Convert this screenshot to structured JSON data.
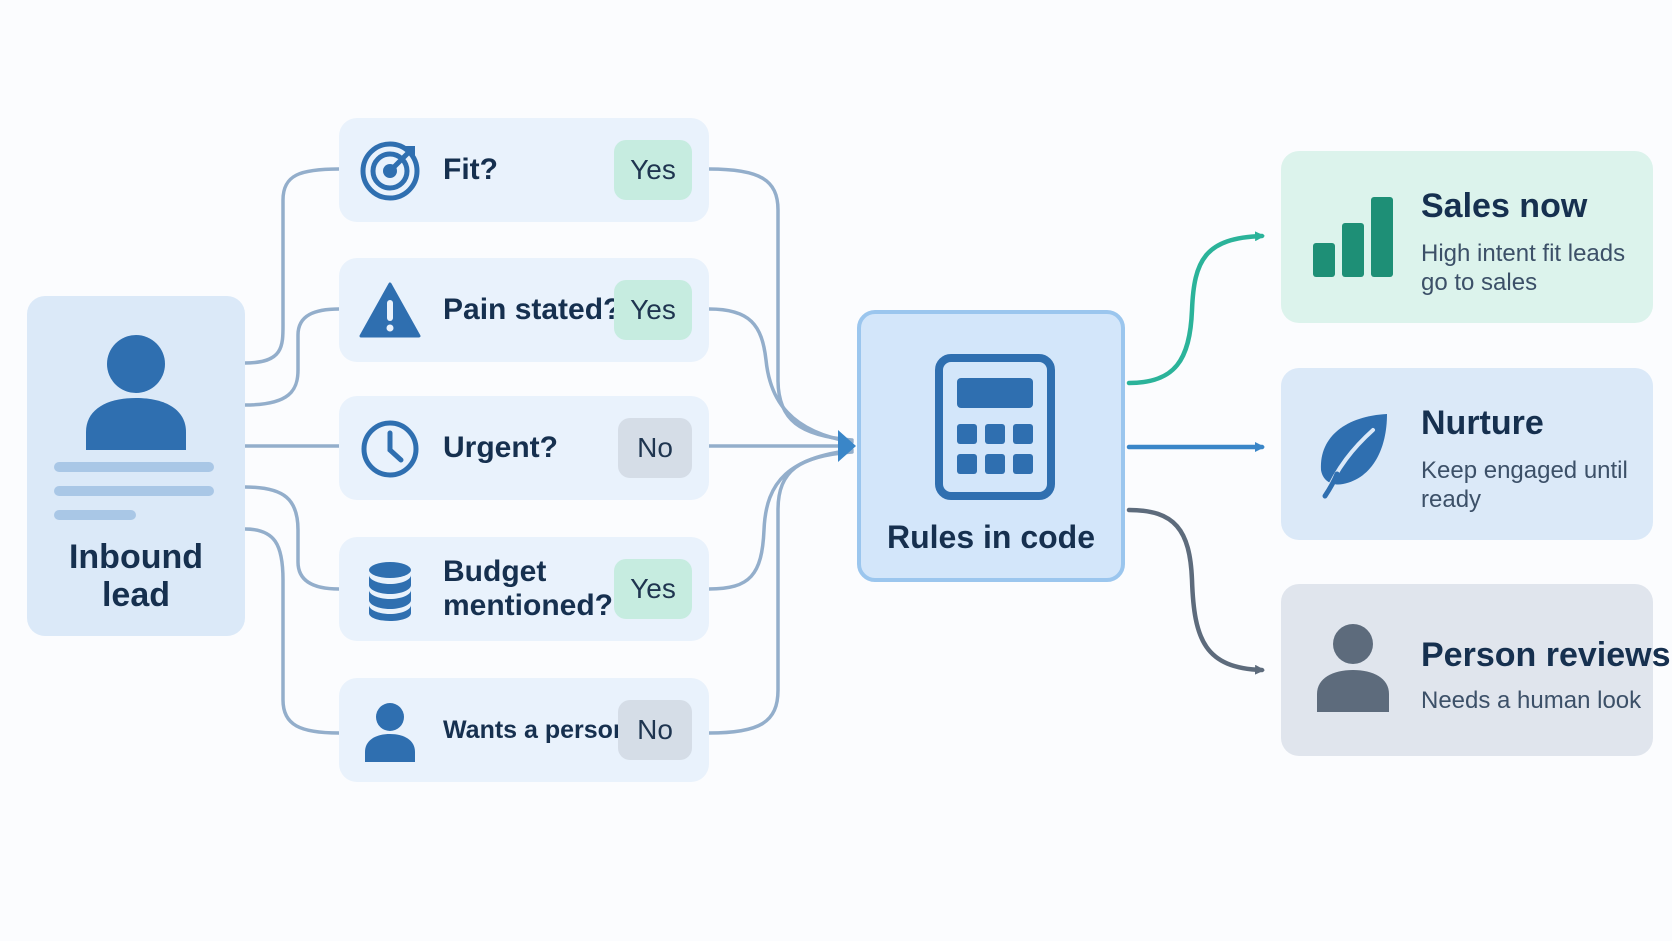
{
  "lead": {
    "label": "Inbound\nlead",
    "icon": "user-icon"
  },
  "questions": [
    {
      "label": "Fit?",
      "answer": "Yes",
      "icon": "target-icon"
    },
    {
      "label": "Pain stated?",
      "answer": "Yes",
      "icon": "warning-icon"
    },
    {
      "label": "Urgent?",
      "answer": "No",
      "icon": "clock-icon"
    },
    {
      "label": "Budget mentioned?",
      "answer": "Yes",
      "icon": "database-icon"
    },
    {
      "label": "Wants a person?",
      "answer": "No",
      "icon": "person-icon"
    }
  ],
  "rules": {
    "label": "Rules in code",
    "icon": "calculator-icon"
  },
  "outcomes": [
    {
      "title": "Sales now",
      "desc": "High intent fit leads go to sales",
      "icon": "bar-chart-icon",
      "accent": "#2bb39a"
    },
    {
      "title": "Nurture",
      "desc": "Keep engaged until ready",
      "icon": "leaf-icon",
      "accent": "#3a86c8"
    },
    {
      "title": "Person reviews",
      "desc": "Needs a human look",
      "icon": "person-icon",
      "accent": "#5d6b7c"
    }
  ],
  "colors": {
    "primary_blue": "#2f6fb0",
    "connector": "#93aecb",
    "sales_green": "#1e8f76",
    "slate": "#5d6b7c"
  }
}
